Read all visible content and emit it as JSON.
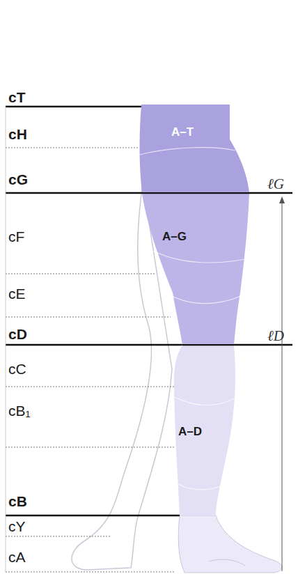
{
  "diagram": {
    "nodes": [
      {
        "text": [
          "A–T"
        ]
      },
      {
        "text": [
          "A–G"
        ]
      },
      {
        "text": [
          "A–D"
        ]
      }
    ],
    "labels": [
      "cT",
      "cH",
      "cG",
      "ℓG",
      "cF",
      "cE",
      "cD",
      "ℓD",
      "cC",
      "cB₁",
      "cB",
      "cY",
      "cA"
    ]
  }
}
